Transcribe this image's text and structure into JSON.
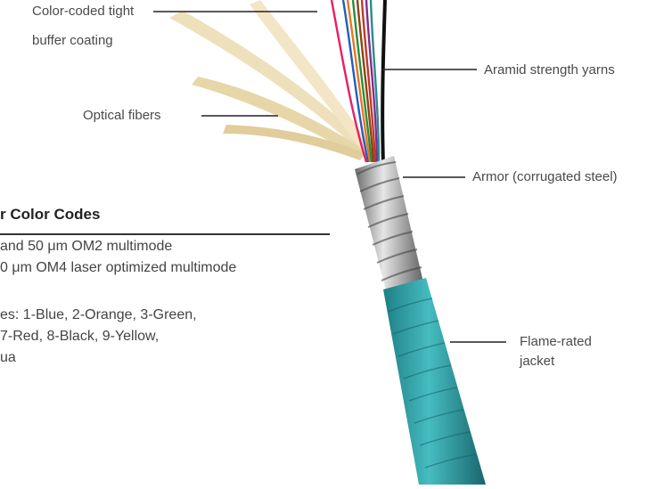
{
  "callouts": {
    "buffer": "Color-coded tight",
    "buffer_line2": "buffer coating",
    "aramid": "Aramid strength yarns",
    "optical": "Optical fibers",
    "armor": "Armor (corrugated steel)",
    "jacket": "Flame-rated",
    "jacket_line2": "jacket"
  },
  "legend": {
    "heading": "r Color Codes",
    "line1": "and 50 μm OM2 multimode",
    "line2": "0 μm OM4 laser optimized multimode",
    "line3": "es: 1-Blue, 2-Orange, 3-Green,",
    "line4": " 7-Red, 8-Black, 9-Yellow,",
    "line5": "ua"
  },
  "colors": {
    "jacket": "#2aa3a6",
    "armor": "#b8b8b8",
    "yarn": "#e8d4a0",
    "fiber_colors": [
      "#1f5fbf",
      "#e87722",
      "#2e8b3a",
      "#8b4513",
      "#c0c0c0",
      "#ffffff",
      "#c0392b",
      "#111111",
      "#f1c40f",
      "#7f2f8f",
      "#e91e63",
      "#4fc3c7"
    ]
  }
}
